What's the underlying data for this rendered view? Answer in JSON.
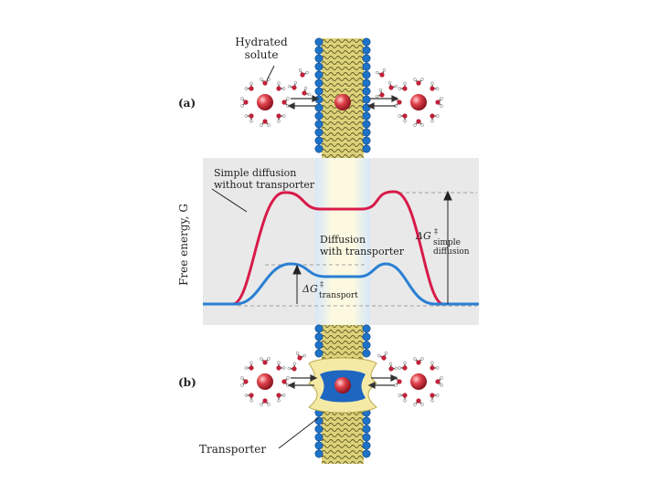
{
  "labels": {
    "panel_a": "(a)",
    "panel_b": "(b)",
    "hydrated_solute_line1": "Hydrated",
    "hydrated_solute_line2": "solute",
    "transporter": "Transporter",
    "simple_line1": "Simple diffusion",
    "simple_line2": "without transporter",
    "transport_line1": "Diffusion",
    "transport_line2": "with transporter",
    "y_axis": "Free energy, G",
    "dg_simple_main": "ΔG",
    "dg_simple_sup": "‡",
    "dg_simple_sub1": "simple",
    "dg_simple_sub2": "diffusion",
    "dg_transport_main": "ΔG",
    "dg_transport_sup": "‡",
    "dg_transport_sub": "transport"
  },
  "colors": {
    "simple_curve": "#d81b4a",
    "transport_curve": "#2a7fd4",
    "membrane_head": "#1e73c8",
    "membrane_tail": "#d8c85a",
    "transporter_body": "#f4eaa6",
    "transporter_core": "#1e66c0",
    "solute": "#e0414a",
    "water_o": "#c0223a",
    "panel_bg": "#e9e9e9"
  },
  "icons": [
    "solute-sphere-icon",
    "water-molecule-icon",
    "membrane-bilayer-icon",
    "transporter-protein-icon",
    "arrow-icon"
  ]
}
